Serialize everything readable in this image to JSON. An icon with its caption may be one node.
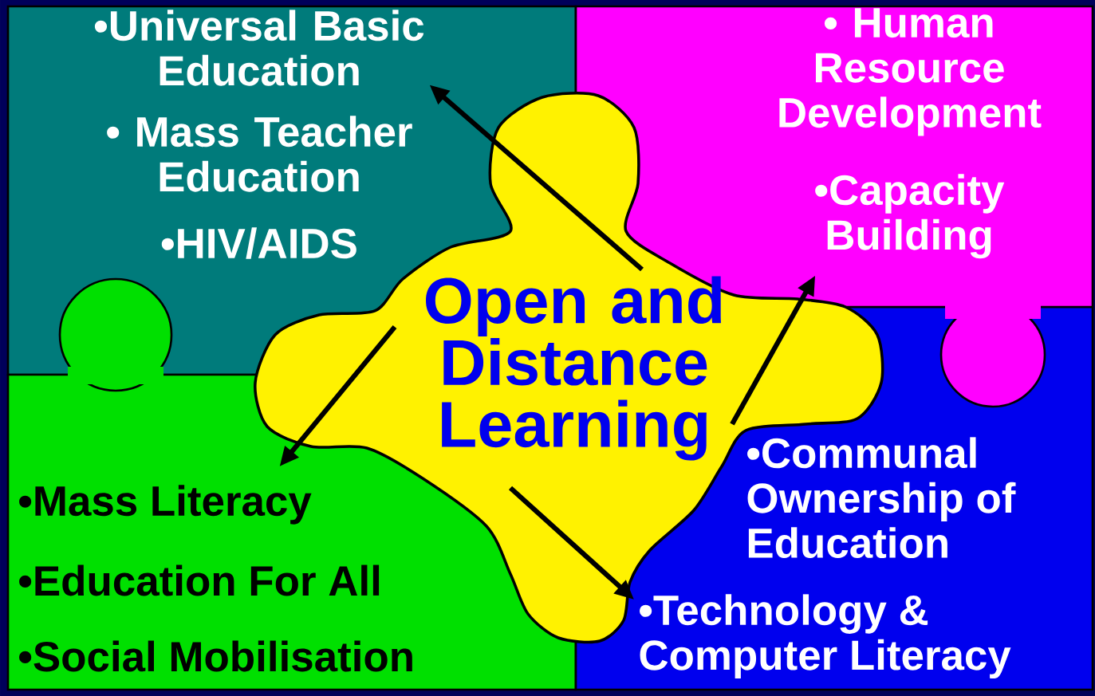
{
  "diagram": {
    "nodes": [
      {
        "text": [
          "•Universal Basic Education",
          "• Mass Teacher Education",
          "•HIV/AIDS"
        ]
      },
      {
        "text": [
          "• Human Resource Development",
          "•Capacity Building"
        ]
      },
      {
        "text": [
          "•Mass Literacy",
          "•Education For All",
          "•Social Mobilisation"
        ]
      },
      {
        "text": [
          "•Communal Ownership of Education",
          "•Technology & Computer Literacy"
        ]
      },
      {
        "text": [
          "Open and Distance Learning"
        ]
      }
    ],
    "edges": [
      {
        "from": 4,
        "to": 0,
        "arrow": "to"
      },
      {
        "from": 4,
        "to": 1,
        "arrow": "to"
      },
      {
        "from": 4,
        "to": 2,
        "arrow": "to"
      },
      {
        "from": 4,
        "to": 3,
        "arrow": "to"
      }
    ]
  }
}
